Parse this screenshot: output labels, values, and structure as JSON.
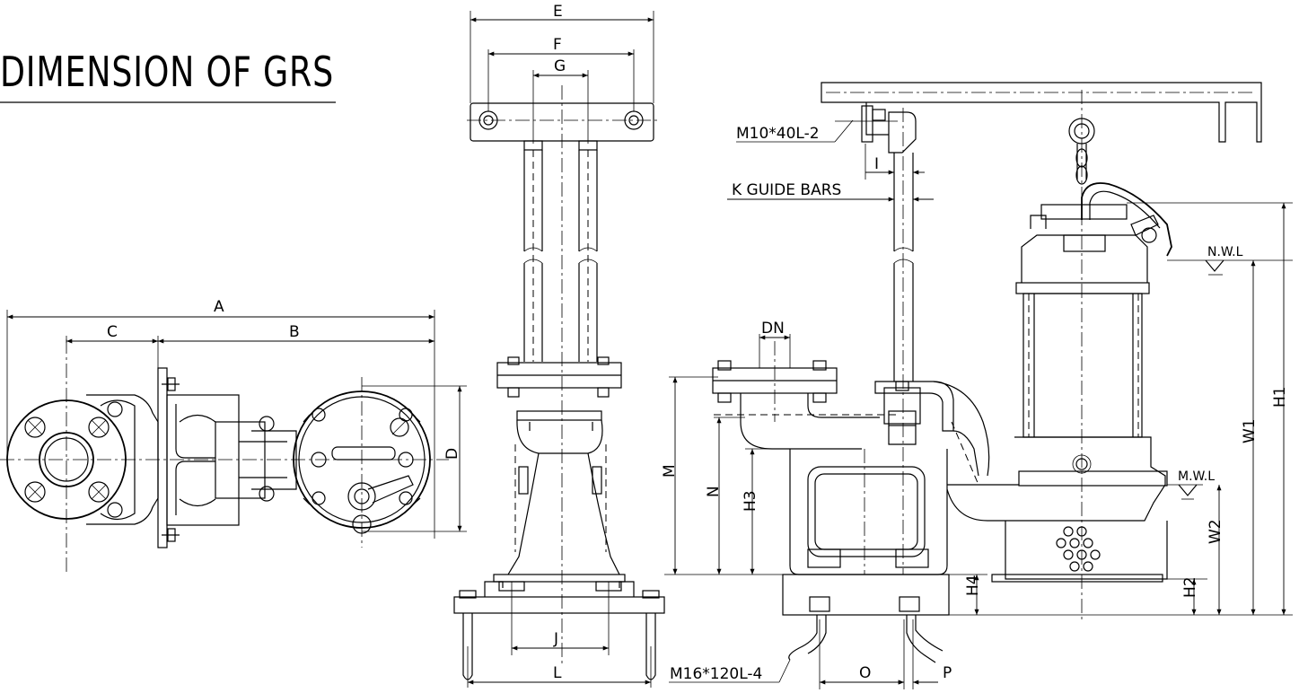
{
  "title": "DIMENSION OF GRS",
  "labels": {
    "A": "A",
    "B": "B",
    "C": "C",
    "D": "D",
    "E": "E",
    "F": "F",
    "G": "G",
    "I": "I",
    "J": "J",
    "L": "L",
    "M": "M",
    "N": "N",
    "O": "O",
    "P": "P",
    "DN": "DN",
    "H1": "H1",
    "H2": "H2",
    "H3": "H3",
    "H4": "H4",
    "W1": "W1",
    "W2": "W2"
  },
  "notes": {
    "bolt_top": "M10*40L-2",
    "guide_bars": "K GUIDE BARS",
    "anchor_bolt": "M16*120L-4",
    "nwl": "N.W.L",
    "mwl": "M.W.L"
  }
}
